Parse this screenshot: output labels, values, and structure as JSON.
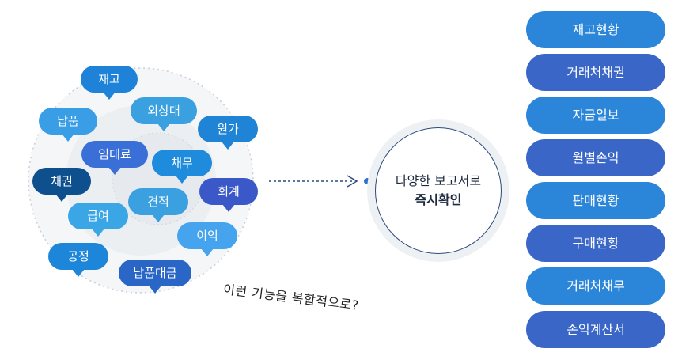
{
  "cloud_tags": [
    {
      "label": "재고",
      "color": "#1e82d8"
    },
    {
      "label": "외상대",
      "color": "#3aa0e0"
    },
    {
      "label": "납품",
      "color": "#3a9ee6"
    },
    {
      "label": "원가",
      "color": "#1f84d6"
    },
    {
      "label": "임대료",
      "color": "#3a6fd8"
    },
    {
      "label": "채무",
      "color": "#1e8bdc"
    },
    {
      "label": "채권",
      "color": "#0e4f8e"
    },
    {
      "label": "회계",
      "color": "#3a58c8"
    },
    {
      "label": "견적",
      "color": "#3aa0e0"
    },
    {
      "label": "급여",
      "color": "#3aa6e6"
    },
    {
      "label": "이익",
      "color": "#46a4ee"
    },
    {
      "label": "공정",
      "color": "#1e86d8"
    },
    {
      "label": "납품대금",
      "color": "#2a66c6"
    }
  ],
  "question": "이런 기능을 복합적으로?",
  "center": {
    "line1": "다양한 보고서로",
    "line2": "즉시확인"
  },
  "reports": [
    {
      "label": "재고현황",
      "color": "#2b86d9"
    },
    {
      "label": "거래처채권",
      "color": "#3a66c8"
    },
    {
      "label": "자금일보",
      "color": "#2b86d9"
    },
    {
      "label": "월별손익",
      "color": "#3a66c8"
    },
    {
      "label": "판매현황",
      "color": "#2b86d9"
    },
    {
      "label": "구매현황",
      "color": "#3a66c8"
    },
    {
      "label": "거래처채무",
      "color": "#2b86d9"
    },
    {
      "label": "손익계산서",
      "color": "#3a66c8"
    }
  ]
}
